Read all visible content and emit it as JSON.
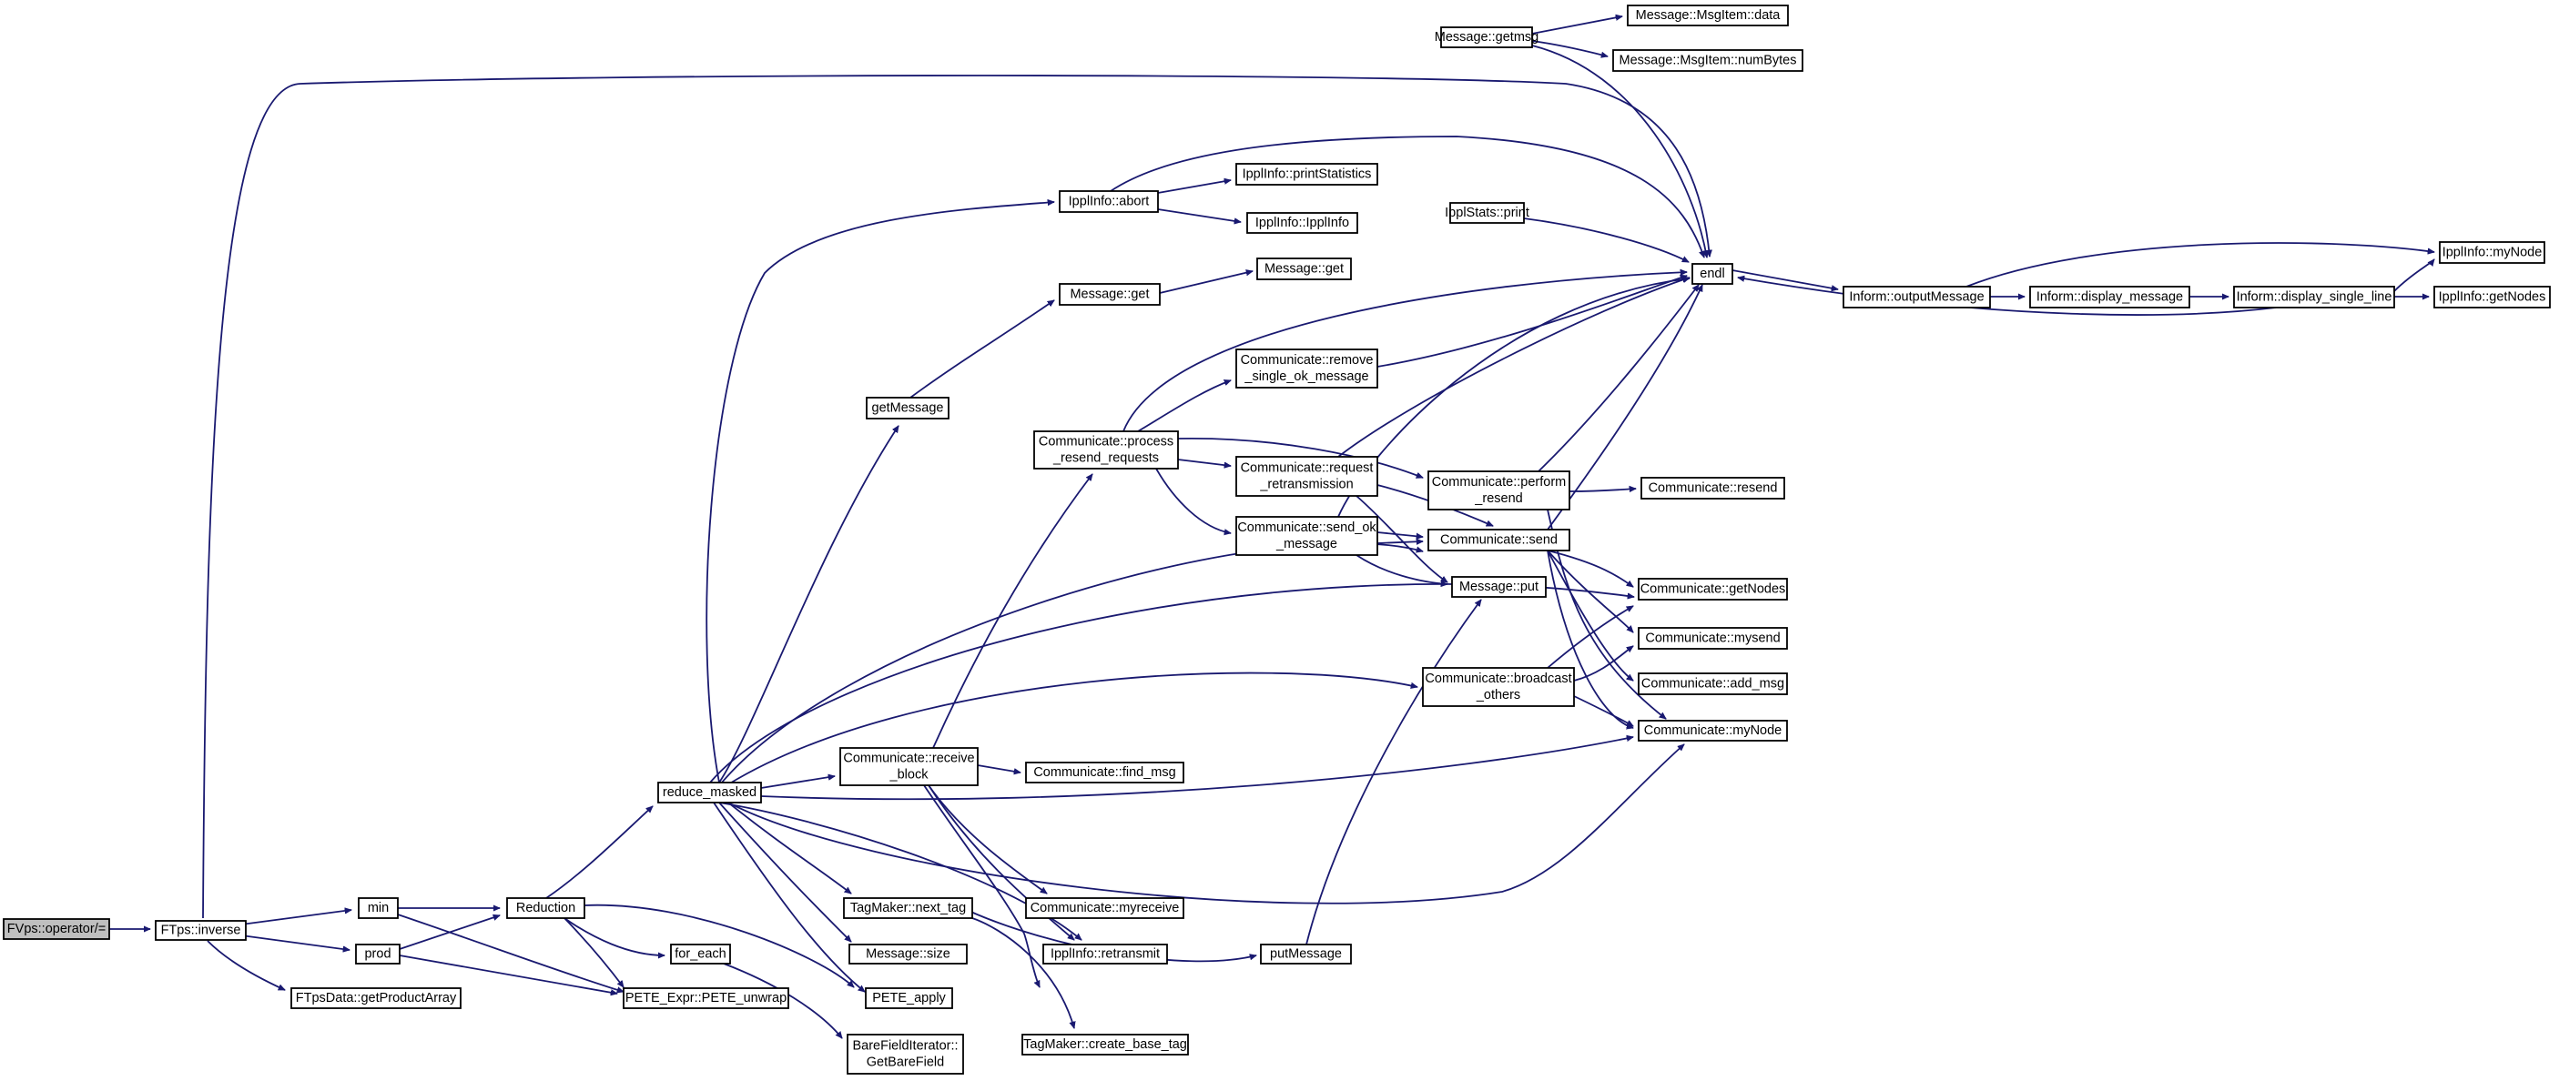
{
  "graph": {
    "colors": {
      "edge": "#191970",
      "node_border": "#000000",
      "node_fill": "#ffffff",
      "current_fill": "#bfbfbf"
    },
    "nodes": [
      {
        "id": "fvps_op",
        "lines": [
          "FVps::operator/="
        ],
        "current": true
      },
      {
        "id": "ftps_inverse",
        "lines": [
          "FTps::inverse"
        ]
      },
      {
        "id": "min",
        "lines": [
          "min"
        ]
      },
      {
        "id": "prod",
        "lines": [
          "prod"
        ]
      },
      {
        "id": "ftpsdata_gpa",
        "lines": [
          "FTpsData::getProductArray"
        ]
      },
      {
        "id": "reduction",
        "lines": [
          "Reduction"
        ]
      },
      {
        "id": "for_each",
        "lines": [
          "for_each"
        ]
      },
      {
        "id": "pete_unwrap",
        "lines": [
          "PETE_Expr::PETE_unwrap"
        ]
      },
      {
        "id": "barefield",
        "lines": [
          "BareFieldIterator::",
          "GetBareField"
        ]
      },
      {
        "id": "reduce_masked",
        "lines": [
          "reduce_masked"
        ]
      },
      {
        "id": "getmessage",
        "lines": [
          "getMessage"
        ]
      },
      {
        "id": "comm_recv_block",
        "lines": [
          "Communicate::receive",
          "_block"
        ]
      },
      {
        "id": "tagmaker_next",
        "lines": [
          "TagMaker::next_tag"
        ]
      },
      {
        "id": "message_size",
        "lines": [
          "Message::size"
        ]
      },
      {
        "id": "pete_apply",
        "lines": [
          "PETE_apply"
        ]
      },
      {
        "id": "ippl_abort",
        "lines": [
          "IpplInfo::abort"
        ]
      },
      {
        "id": "message_get",
        "lines": [
          "Message::get"
        ]
      },
      {
        "id": "comm_process",
        "lines": [
          "Communicate::process",
          "_resend_requests"
        ]
      },
      {
        "id": "comm_find",
        "lines": [
          "Communicate::find_msg"
        ]
      },
      {
        "id": "comm_myreceive",
        "lines": [
          "Communicate::myreceive"
        ]
      },
      {
        "id": "ippl_retransmit",
        "lines": [
          "IpplInfo::retransmit"
        ]
      },
      {
        "id": "tagmaker_cbt",
        "lines": [
          "TagMaker::create_base_tag"
        ]
      },
      {
        "id": "ippl_printstats",
        "lines": [
          "IpplInfo::printStatistics"
        ]
      },
      {
        "id": "ippl_ipplinfo",
        "lines": [
          "IpplInfo::IpplInfo"
        ]
      },
      {
        "id": "message_get2",
        "lines": [
          "Message::get"
        ]
      },
      {
        "id": "comm_remove",
        "lines": [
          "Communicate::remove",
          "_single_ok_message"
        ]
      },
      {
        "id": "comm_request",
        "lines": [
          "Communicate::request",
          "_retransmission"
        ]
      },
      {
        "id": "comm_sendok",
        "lines": [
          "Communicate::send_ok",
          "_message"
        ]
      },
      {
        "id": "putmessage",
        "lines": [
          "putMessage"
        ]
      },
      {
        "id": "message_getmsg",
        "lines": [
          "Message::getmsg"
        ]
      },
      {
        "id": "ipplstats_print",
        "lines": [
          "IpplStats::print"
        ]
      },
      {
        "id": "comm_perform",
        "lines": [
          "Communicate::perform",
          "_resend"
        ]
      },
      {
        "id": "comm_send",
        "lines": [
          "Communicate::send"
        ]
      },
      {
        "id": "message_put",
        "lines": [
          "Message::put"
        ]
      },
      {
        "id": "comm_broadcast",
        "lines": [
          "Communicate::broadcast",
          "_others"
        ]
      },
      {
        "id": "msgitem_data",
        "lines": [
          "Message::MsgItem::data"
        ]
      },
      {
        "id": "msgitem_numbytes",
        "lines": [
          "Message::MsgItem::numBytes"
        ]
      },
      {
        "id": "endl",
        "lines": [
          "endl"
        ]
      },
      {
        "id": "comm_resend",
        "lines": [
          "Communicate::resend"
        ]
      },
      {
        "id": "comm_getnodes",
        "lines": [
          "Communicate::getNodes"
        ]
      },
      {
        "id": "comm_mysend",
        "lines": [
          "Communicate::mysend"
        ]
      },
      {
        "id": "comm_addmsg",
        "lines": [
          "Communicate::add_msg"
        ]
      },
      {
        "id": "comm_mynode",
        "lines": [
          "Communicate::myNode"
        ]
      },
      {
        "id": "inform_output",
        "lines": [
          "Inform::outputMessage"
        ]
      },
      {
        "id": "inform_display",
        "lines": [
          "Inform::display_message"
        ]
      },
      {
        "id": "inform_single",
        "lines": [
          "Inform::display_single_line"
        ]
      },
      {
        "id": "ippl_mynode",
        "lines": [
          "IpplInfo::myNode"
        ]
      },
      {
        "id": "ippl_getnodes",
        "lines": [
          "IpplInfo::getNodes"
        ]
      }
    ]
  }
}
